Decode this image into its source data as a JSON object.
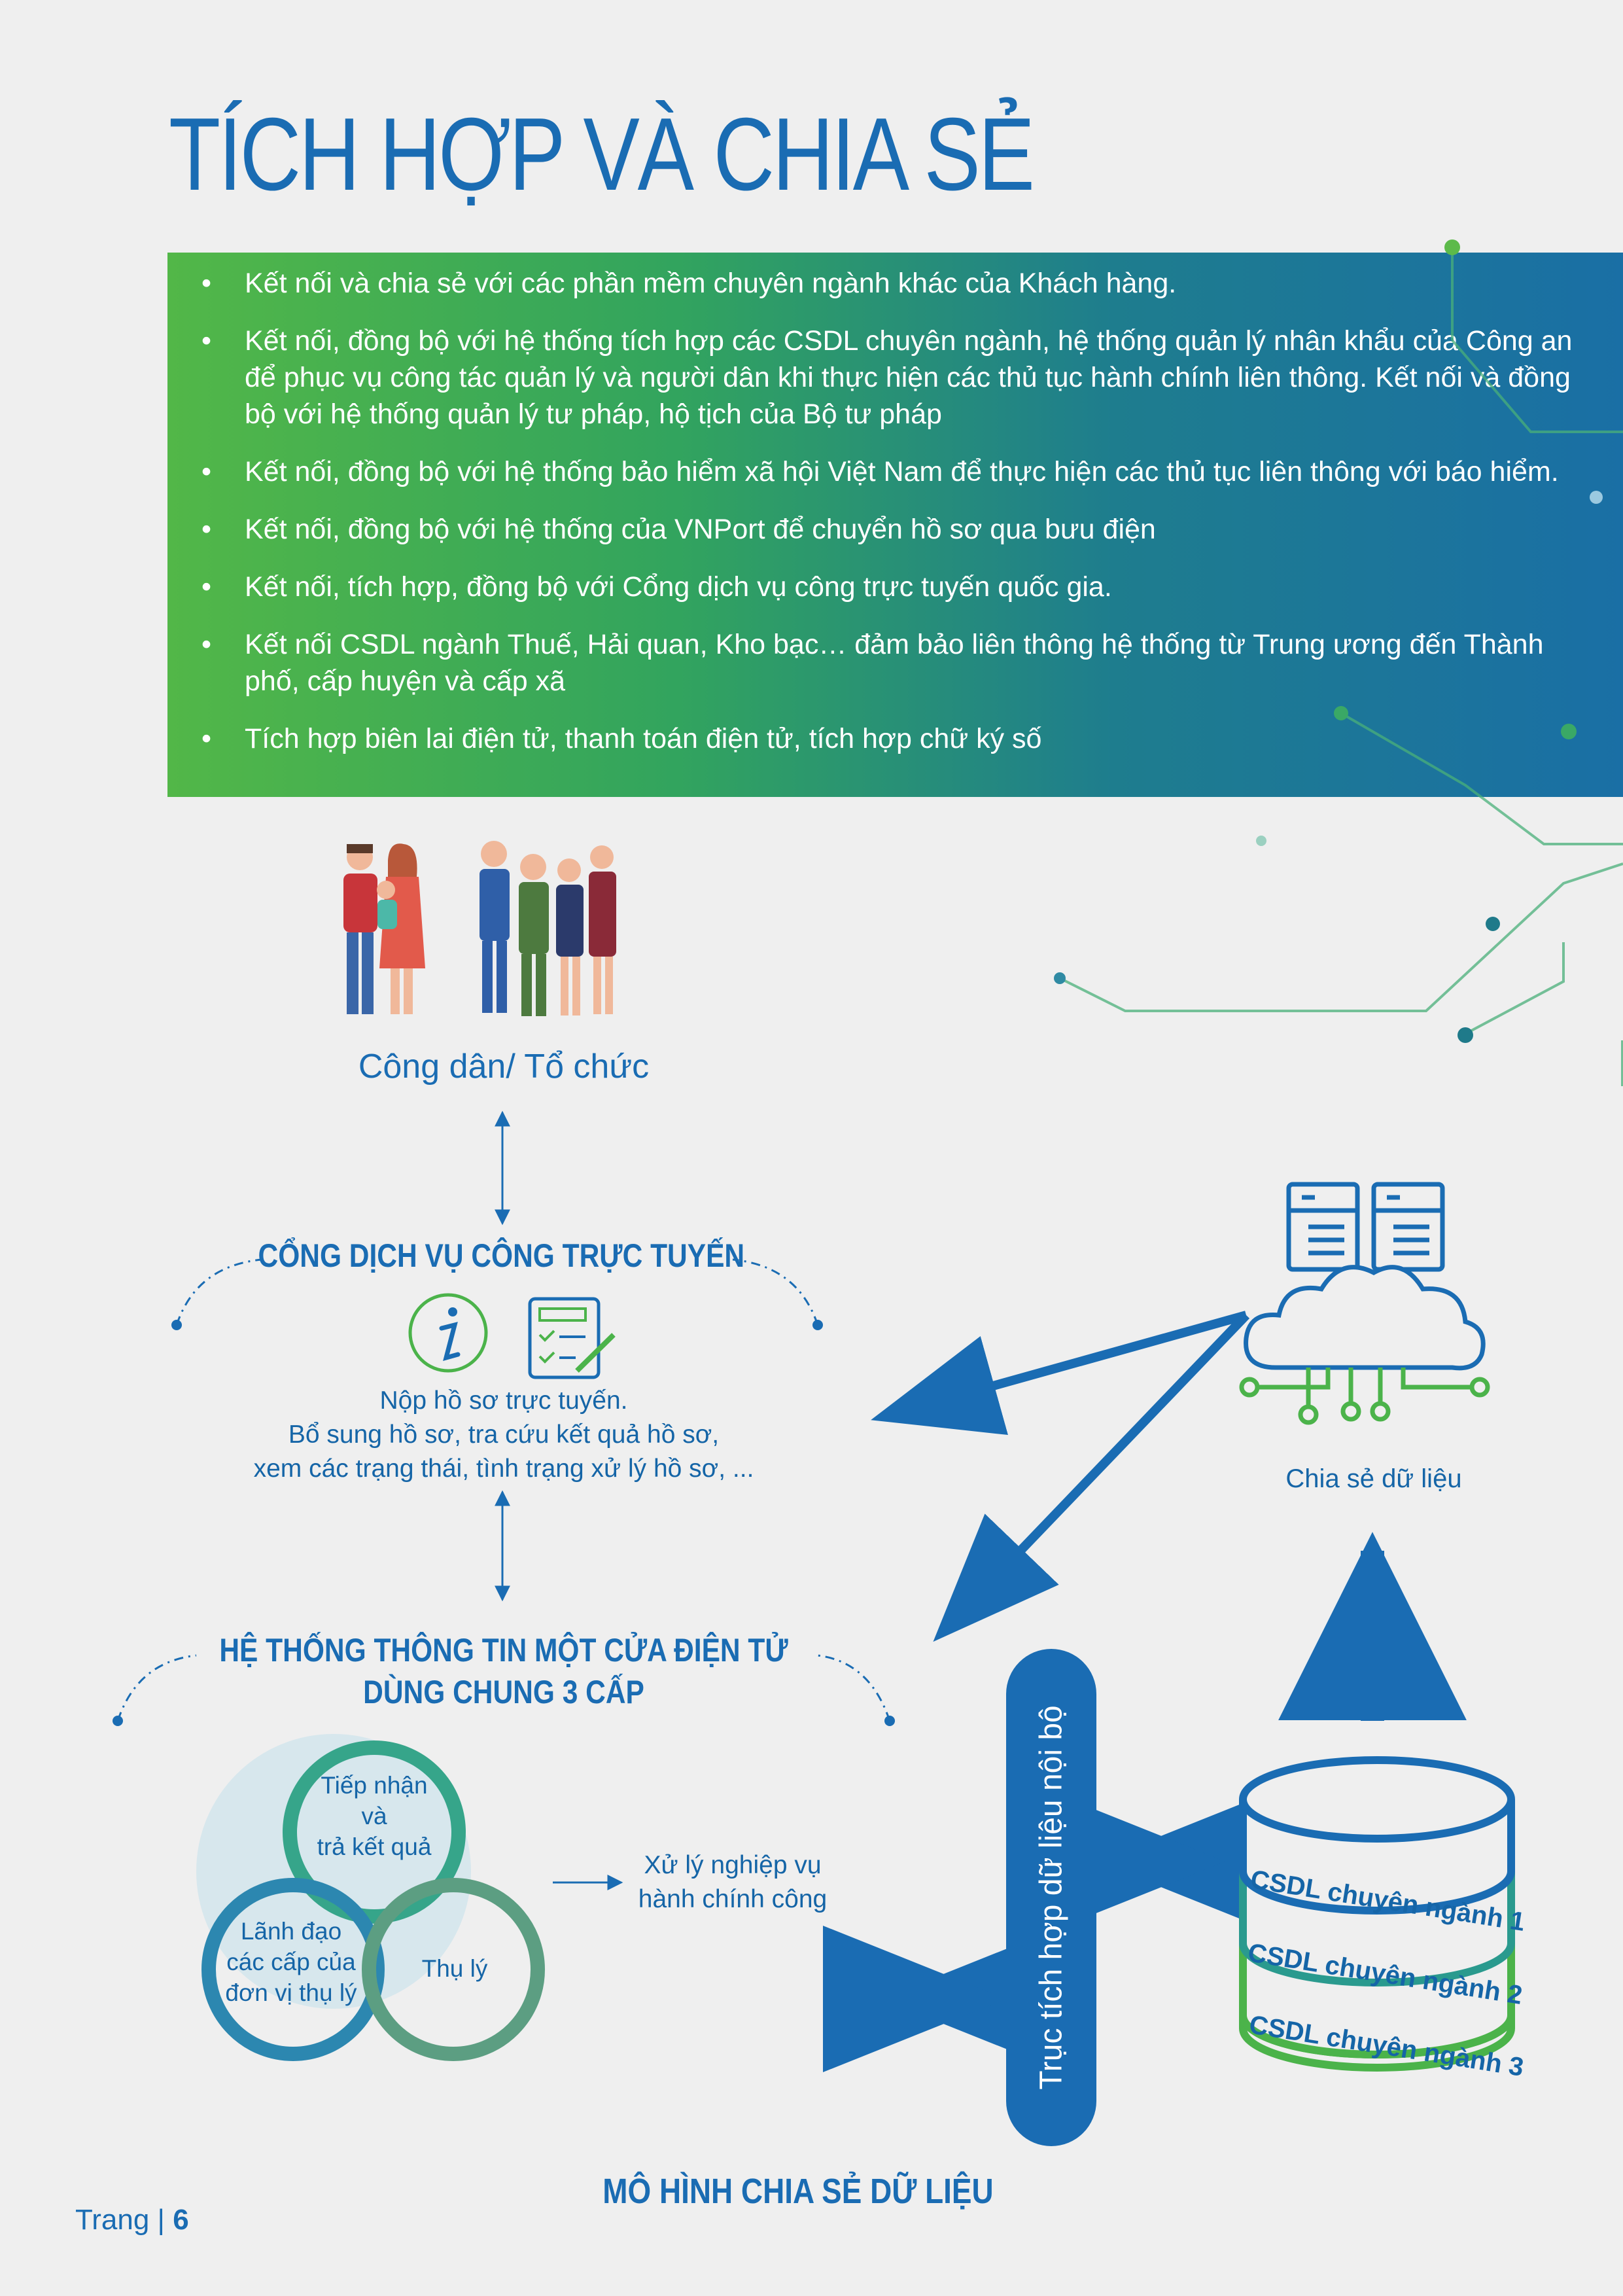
{
  "title": "TÍCH HỢP VÀ CHIA SẺ",
  "bullets": [
    "Kết nối và chia sẻ với các phần mềm chuyên ngành khác của Khách hàng.",
    "Kết nối, đồng bộ với hệ thống tích hợp các CSDL chuyên ngành, hệ thống quản lý nhân khẩu của Công an để phục vụ công tác quản lý và người dân khi thực hiện các thủ tục hành chính liên thông. Kết nối và đồng bộ với hệ thống quản lý tư pháp, hộ tịch của Bộ tư pháp",
    "Kết nối, đồng bộ với hệ thống bảo hiểm xã hội Việt Nam để thực hiện các thủ tục liên thông với báo hiểm.",
    "Kết nối, đồng bộ với hệ thống của VNPort để chuyển hồ sơ qua bưu điện",
    "Kết nối, tích hợp, đồng bộ với Cổng dịch vụ công trực tuyến quốc gia.",
    "Kết nối CSDL ngành Thuế, Hải quan, Kho bạc… đảm bảo liên thông hệ thống từ Trung ương đến Thành phố, cấp huyện và cấp xã",
    "Tích hợp biên lai điện tử, thanh toán điện tử, tích hợp chữ ký số"
  ],
  "diagram": {
    "citizen_label": "Công dân/ Tổ chức",
    "portal_title": "CỔNG DỊCH VỤ CÔNG TRỰC TUYẾN",
    "portal_desc": [
      "Nộp hồ sơ trực tuyến.",
      "Bổ sung hồ sơ, tra cứu kết quả hồ sơ,",
      "xem các trạng thái, tình trạng xử lý hồ sơ, ..."
    ],
    "onedoor_title": [
      "HỆ THỐNG THÔNG TIN MỘT CỬA ĐIỆN TỬ",
      "DÙNG CHUNG 3 CẤP"
    ],
    "ring_top": [
      "Tiếp nhận",
      "và",
      "trả kết quả"
    ],
    "ring_left": [
      "Lãnh đạo",
      "các cấp của",
      "đơn vị thụ lý"
    ],
    "ring_right": "Thụ lý",
    "process_label": [
      "Xử lý nghiệp vụ",
      "hành chính công"
    ],
    "bus_label": "Trục tích hợp dữ liệu nội bộ",
    "share_label": "Chia sẻ dữ liệu",
    "databases": [
      "CSDL chuyên ngành 1",
      "CSDL chuyên ngành 2",
      "CSDL chuyên ngành 3"
    ],
    "caption": "MÔ HÌNH CHIA SẺ DỮ LIỆU"
  },
  "footer": {
    "page_word": "Trang",
    "separator": "|",
    "page_number": "6"
  },
  "colors": {
    "primary_blue": "#1a6cb3",
    "green": "#4bb34a",
    "banner_start": "#52b748",
    "banner_end": "#1a6fa5"
  }
}
